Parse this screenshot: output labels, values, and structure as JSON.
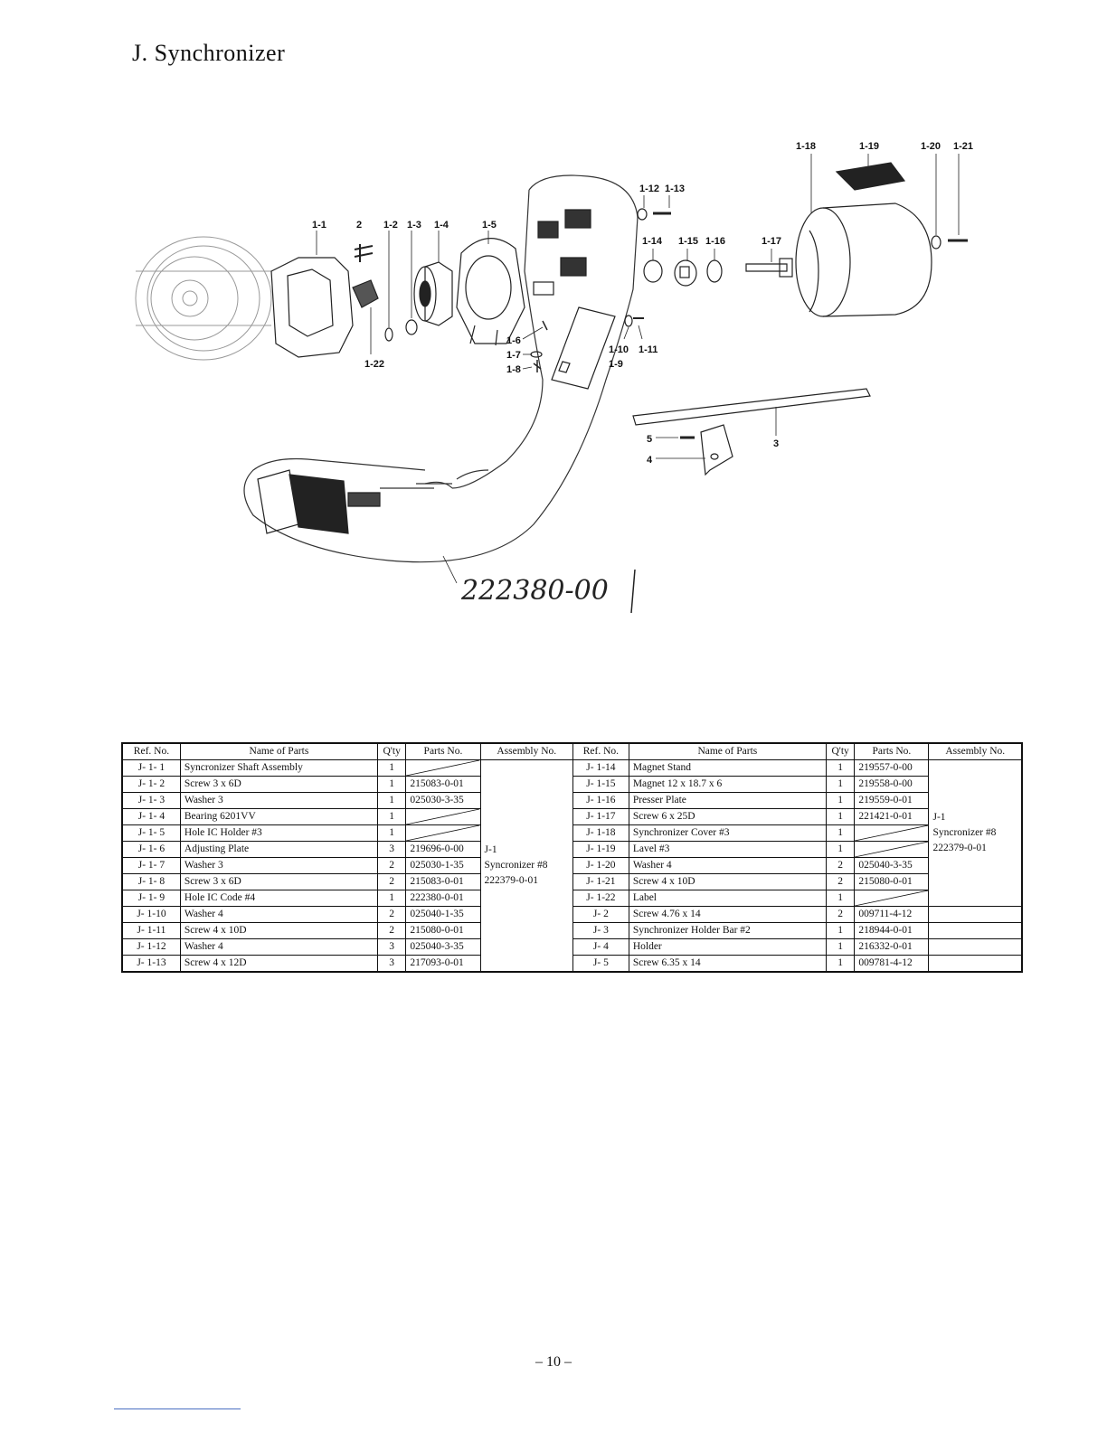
{
  "page": {
    "title": "J.  Synchronizer",
    "page_number": "– 10 –"
  },
  "diagram": {
    "callouts": [
      "1-18",
      "1-19",
      "1-20",
      "1-21",
      "1-12",
      "1-13",
      "1-1",
      "2",
      "1-2",
      "1-3",
      "1-4",
      "1-5",
      "1-14",
      "1-15",
      "1-16",
      "1-17",
      "1-22",
      "1-6",
      "1-7",
      "1-8",
      "1-10",
      "1-11",
      "1-9",
      "5",
      "4",
      "3"
    ],
    "handwritten_part_no": "222380-00"
  },
  "table": {
    "headers": [
      "Ref. No.",
      "Name of Parts",
      "Q'ty",
      "Parts No.",
      "Assembly No."
    ],
    "left_rows": [
      {
        "ref": "J- 1- 1",
        "name": "Syncronizer Shaft Assembly",
        "qty": "1",
        "part": ""
      },
      {
        "ref": "J- 1- 2",
        "name": "Screw  3 x 6D",
        "qty": "1",
        "part": "215083-0-01"
      },
      {
        "ref": "J- 1- 3",
        "name": "Washer  3",
        "qty": "1",
        "part": "025030-3-35"
      },
      {
        "ref": "J- 1- 4",
        "name": "Bearing  6201VV",
        "qty": "1",
        "part": ""
      },
      {
        "ref": "J- 1- 5",
        "name": "Hole  IC  Holder  #3",
        "qty": "1",
        "part": ""
      },
      {
        "ref": "J- 1- 6",
        "name": "Adjusting  Plate",
        "qty": "3",
        "part": "219696-0-00"
      },
      {
        "ref": "J- 1- 7",
        "name": "Washer  3",
        "qty": "2",
        "part": "025030-1-35"
      },
      {
        "ref": "J- 1- 8",
        "name": "Screw  3 x 6D",
        "qty": "2",
        "part": "215083-0-01"
      },
      {
        "ref": "J- 1- 9",
        "name": "Hole  IC  Code  #4",
        "qty": "1",
        "part": "222380-0-01"
      },
      {
        "ref": "J- 1-10",
        "name": "Washer  4",
        "qty": "2",
        "part": "025040-1-35"
      },
      {
        "ref": "J- 1-11",
        "name": "Screw  4 x 10D",
        "qty": "2",
        "part": "215080-0-01"
      },
      {
        "ref": "J- 1-12",
        "name": "Washer  4",
        "qty": "3",
        "part": "025040-3-35"
      },
      {
        "ref": "J- 1-13",
        "name": "Screw  4 x 12D",
        "qty": "3",
        "part": "217093-0-01"
      }
    ],
    "left_assembly": {
      "line1": "J-1",
      "line2": "Syncronizer #8",
      "line3": "222379-0-01"
    },
    "right_rows": [
      {
        "ref": "J- 1-14",
        "name": "Magnet  Stand",
        "qty": "1",
        "part": "219557-0-00"
      },
      {
        "ref": "J- 1-15",
        "name": "Magnet  12 x 18.7 x 6",
        "qty": "1",
        "part": "219558-0-00"
      },
      {
        "ref": "J- 1-16",
        "name": "Presser  Plate",
        "qty": "1",
        "part": "219559-0-01"
      },
      {
        "ref": "J- 1-17",
        "name": "Screw  6 x 25D",
        "qty": "1",
        "part": "221421-0-01"
      },
      {
        "ref": "J- 1-18",
        "name": "Synchronizer  Cover  #3",
        "qty": "1",
        "part": ""
      },
      {
        "ref": "J- 1-19",
        "name": "Lavel  #3",
        "qty": "1",
        "part": ""
      },
      {
        "ref": "J- 1-20",
        "name": "Washer  4",
        "qty": "2",
        "part": "025040-3-35"
      },
      {
        "ref": "J- 1-21",
        "name": "Screw  4 x 10D",
        "qty": "2",
        "part": "215080-0-01"
      },
      {
        "ref": "J- 1-22",
        "name": "Label",
        "qty": "1",
        "part": ""
      },
      {
        "ref": "J- 2",
        "name": "Screw  4.76 x 14",
        "qty": "2",
        "part": "009711-4-12"
      },
      {
        "ref": "J- 3",
        "name": "Synchronizer  Holder  Bar  #2",
        "qty": "1",
        "part": "218944-0-01"
      },
      {
        "ref": "J- 4",
        "name": "Holder",
        "qty": "1",
        "part": "216332-0-01"
      },
      {
        "ref": "J- 5",
        "name": "Screw  6.35 x 14",
        "qty": "1",
        "part": "009781-4-12"
      }
    ],
    "right_assembly": {
      "line1": "J-1",
      "line2": "Syncronizer #8",
      "line3": "222379-0-01"
    }
  }
}
